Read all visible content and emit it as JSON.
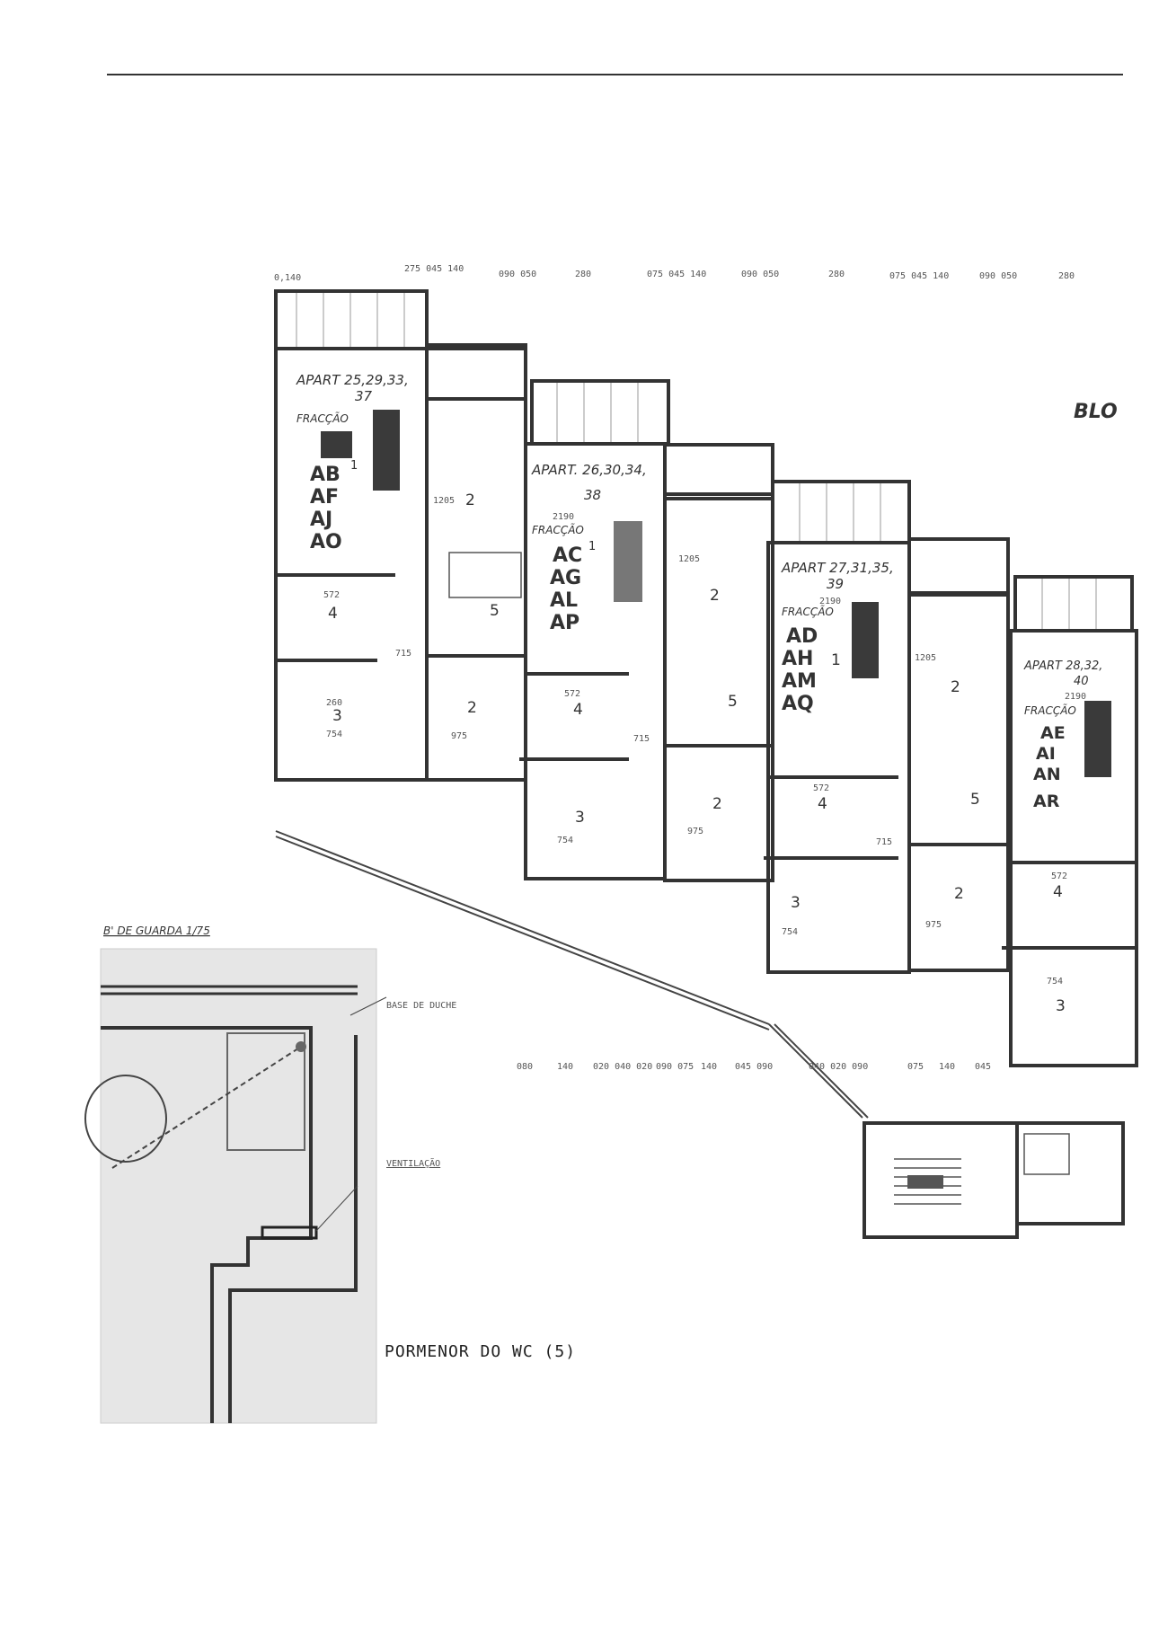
{
  "header": {
    "block_label": "BLO"
  },
  "dimension_strip": [
    "0,140",
    "275 045 140",
    "090 050",
    "280",
    "075 045 140",
    "090 050",
    "280",
    "075 045 140",
    "090 050",
    "280"
  ],
  "bottom_dimension_strip": [
    "080",
    "140",
    "020 040 020",
    "090 075",
    "140",
    "045 090",
    "040 020 090",
    "075",
    "140",
    "045"
  ],
  "apartments": [
    {
      "title": "APART 25,29,33,",
      "title2": "37",
      "fraction_label": "FRACÇÃO",
      "fractions": [
        "AB",
        "AF",
        "AJ",
        "AO"
      ],
      "sup": "1",
      "room2": "2",
      "room2_area": "1205",
      "room3": "3",
      "room3_area": "754",
      "room4": "4",
      "room4_area": "572",
      "room5": "5",
      "room2b": "2",
      "room2b_area": "975",
      "dim_a": "715",
      "dim_b": "260"
    },
    {
      "title": "APART. 26,30,34,",
      "title2": "38",
      "fraction_label": "FRACÇÃO",
      "fractions": [
        "AC",
        "AG",
        "AL",
        "AP"
      ],
      "sup": "1",
      "room2": "2",
      "room2_area": "1205",
      "room3": "3",
      "room3_area": "754",
      "room4": "4",
      "room4_area": "572",
      "room5": "5",
      "room2b": "2",
      "room2b_area": "975",
      "dim_a": "715",
      "dim_b": "2190"
    },
    {
      "title": "APART 27,31,35,",
      "title2": "39",
      "fraction_label": "FRACÇÃO",
      "fractions": [
        "AD",
        "AH",
        "AM",
        "AQ"
      ],
      "sup": "1",
      "room2": "2",
      "room2_area": "1205",
      "room3": "3",
      "room3_area": "754",
      "room4": "4",
      "room4_area": "572",
      "room5": "5",
      "room2b": "2",
      "room2b_area": "975",
      "dim_a": "715",
      "dim_b": "2190"
    },
    {
      "title": "APART 28,32,",
      "title2": "40",
      "fraction_label": "FRACÇÃO",
      "fractions": [
        "AE",
        "AI",
        "AN",
        "AR"
      ],
      "sup": "",
      "room3": "3",
      "room3_area": "754",
      "room4": "4",
      "room4_area": "572",
      "dim_b": "2190"
    }
  ],
  "detail": {
    "scale_label": "B' DE GUARDA 1/75",
    "shower_label": "BASE DE DUCHE",
    "ventilation_label": "VENTILAÇÃO",
    "caption": "PORMENOR DO WC (5)"
  }
}
